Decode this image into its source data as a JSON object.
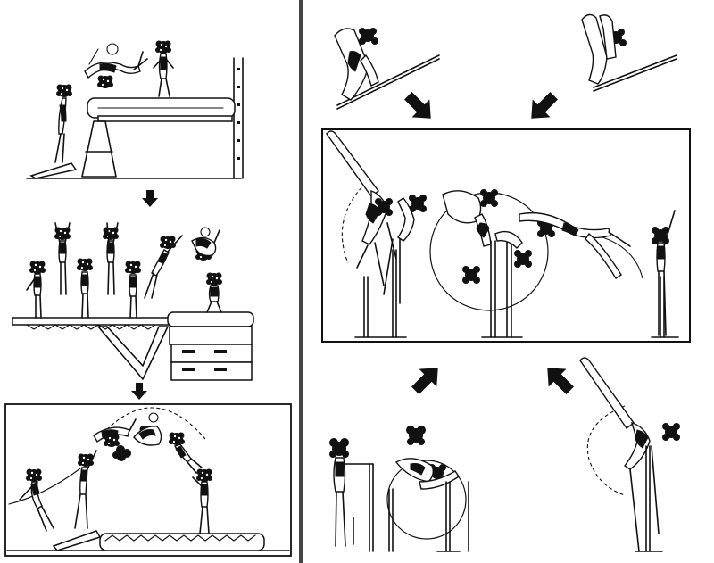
{
  "colors": {
    "ink": "#111111",
    "paper": "#ffffff",
    "divider": "#444444"
  },
  "left_column": {
    "panels": [
      {
        "id": "vault-horse",
        "description_icon": "gymnast-vault-icon"
      },
      {
        "id": "trampoline-jumps",
        "description_icon": "gymnast-trampoline-icon"
      },
      {
        "id": "boxed-backflip",
        "description_icon": "gymnast-backflip-icon"
      }
    ],
    "arrows": [
      "down",
      "down"
    ]
  },
  "right_column": {
    "center_panel": "uneven-bars-sequence",
    "corner_figures": [
      "top-left-bar-grip",
      "top-right-bar-grip",
      "bottom-left-standing",
      "bottom-center-pike-jump",
      "bottom-right-leg-lift"
    ],
    "arrows": [
      "down-right",
      "down-left",
      "up-right",
      "up-left"
    ]
  }
}
